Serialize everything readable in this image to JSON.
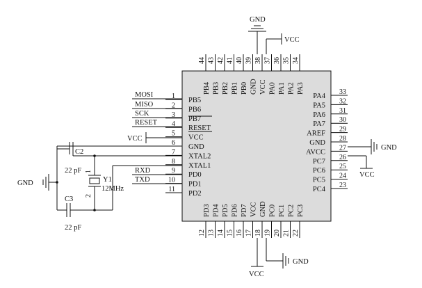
{
  "chip": {
    "left": {
      "numbers": [
        "1",
        "2",
        "3",
        "4",
        "5",
        "6",
        "7",
        "8",
        "9",
        "10",
        "11"
      ],
      "names": [
        "PB5",
        "PB6",
        "PB7",
        "RESET",
        "VCC",
        "GND",
        "XTAL2",
        "XTAL1",
        "PD0",
        "PD1",
        "PD2"
      ]
    },
    "right": {
      "numbers": [
        "33",
        "32",
        "31",
        "30",
        "29",
        "28",
        "27",
        "26",
        "25",
        "24",
        "23"
      ],
      "names": [
        "PA4",
        "PA5",
        "PA6",
        "PA7",
        "AREF",
        "GND",
        "AVCC",
        "PC7",
        "PC6",
        "PC5",
        "PC4"
      ]
    },
    "top": {
      "numbers": [
        "44",
        "43",
        "42",
        "41",
        "40",
        "39",
        "38",
        "37",
        "36",
        "35",
        "34"
      ],
      "names": [
        "PB4",
        "PB3",
        "PB2",
        "PB1",
        "PB0",
        "GND",
        "VCC",
        "PA0",
        "PA1",
        "PA2",
        "PA3"
      ]
    },
    "bottom": {
      "numbers": [
        "12",
        "13",
        "14",
        "15",
        "16",
        "17",
        "18",
        "19",
        "20",
        "21",
        "22"
      ],
      "names": [
        "PD3",
        "PD4",
        "PD5",
        "PD6",
        "PD7",
        "VCC",
        "GND",
        "PC0",
        "PC1",
        "PC2",
        "PC3"
      ]
    }
  },
  "nets": {
    "mosi": "MOSI",
    "miso": "MISO",
    "sck": "SCK",
    "reset": "RESET",
    "vcc_left": "VCC",
    "rxd": "RXD",
    "txd": "TXD",
    "gnd_top": "GND",
    "vcc_top": "VCC",
    "gnd_right": "GND",
    "vcc_right": "VCC",
    "gnd_bottom": "GND",
    "vcc_bottom": "VCC",
    "gnd_left": "GND"
  },
  "components": {
    "c2": {
      "ref": "C2",
      "value": "22 pF"
    },
    "c3": {
      "ref": "C3",
      "value": "22 pF"
    },
    "y1": {
      "ref": "Y1",
      "value": "12MHz",
      "pin1": "1",
      "pin2": "2"
    }
  }
}
